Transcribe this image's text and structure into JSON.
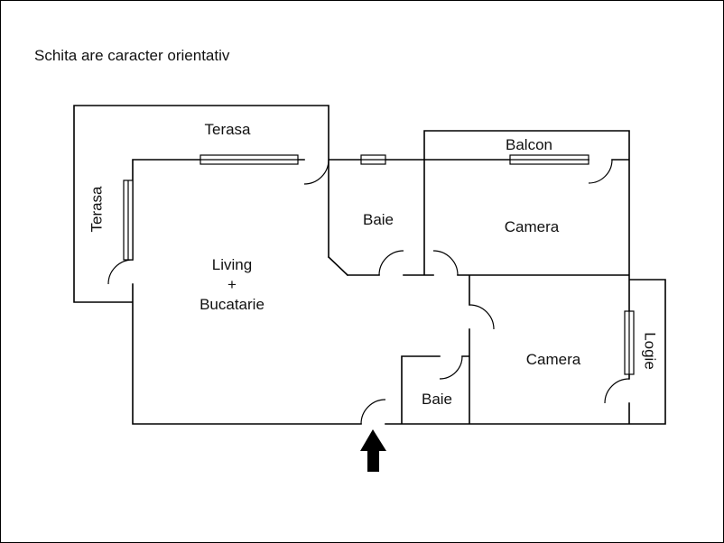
{
  "title": "Schita are caracter orientativ",
  "colors": {
    "wall": "#000000",
    "text": "#111111",
    "background": "#ffffff"
  },
  "rooms": {
    "terasa_top": "Terasa",
    "terasa_left": "Terasa",
    "living_line1": "Living",
    "living_line2": "+",
    "living_line3": "Bucatarie",
    "baie_top": "Baie",
    "balcon": "Balcon",
    "camera_top": "Camera",
    "camera_bottom": "Camera",
    "baie_bottom": "Baie",
    "logie": "Logie"
  },
  "icons": {
    "entrance_arrow": "up-arrow"
  }
}
